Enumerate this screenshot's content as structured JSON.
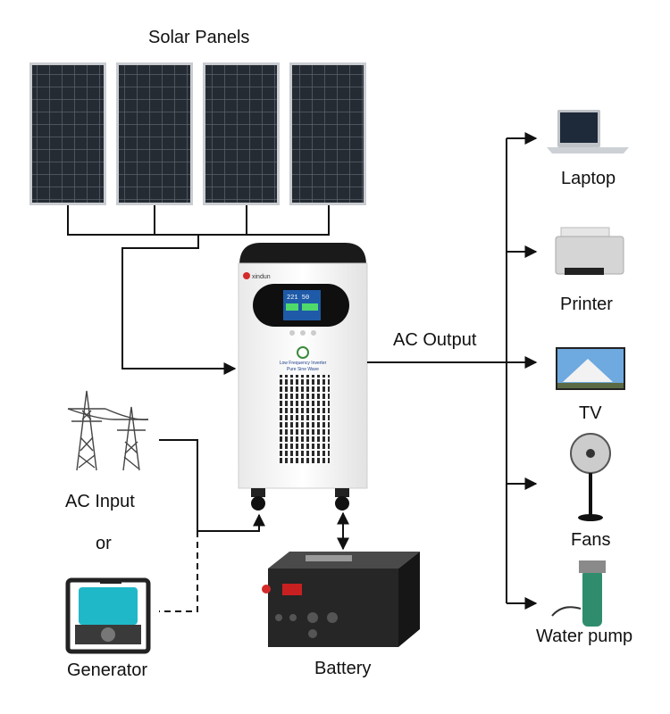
{
  "title": "Solar Panels",
  "inputs": {
    "ac_input": "AC Input",
    "or": "or",
    "generator": "Generator"
  },
  "inverter": {
    "brand": "xindun",
    "lcd_line1": "221 50",
    "model_line1": "Low Frequency Inverter",
    "model_line2": "Pure Sine Wave"
  },
  "battery": {
    "label": "Battery"
  },
  "output": {
    "label": "AC Output",
    "loads": [
      "Laptop",
      "Printer",
      "TV",
      "Fans",
      "Water pump"
    ]
  },
  "colors": {
    "line": "#111111",
    "panel": "#1c2128",
    "inverter_body": "#f4f4f4",
    "inverter_top": "#1a1a1a",
    "lcd": "#1e5aa8",
    "generator_accent": "#1fb8c9",
    "pump": "#2f8d6e"
  }
}
